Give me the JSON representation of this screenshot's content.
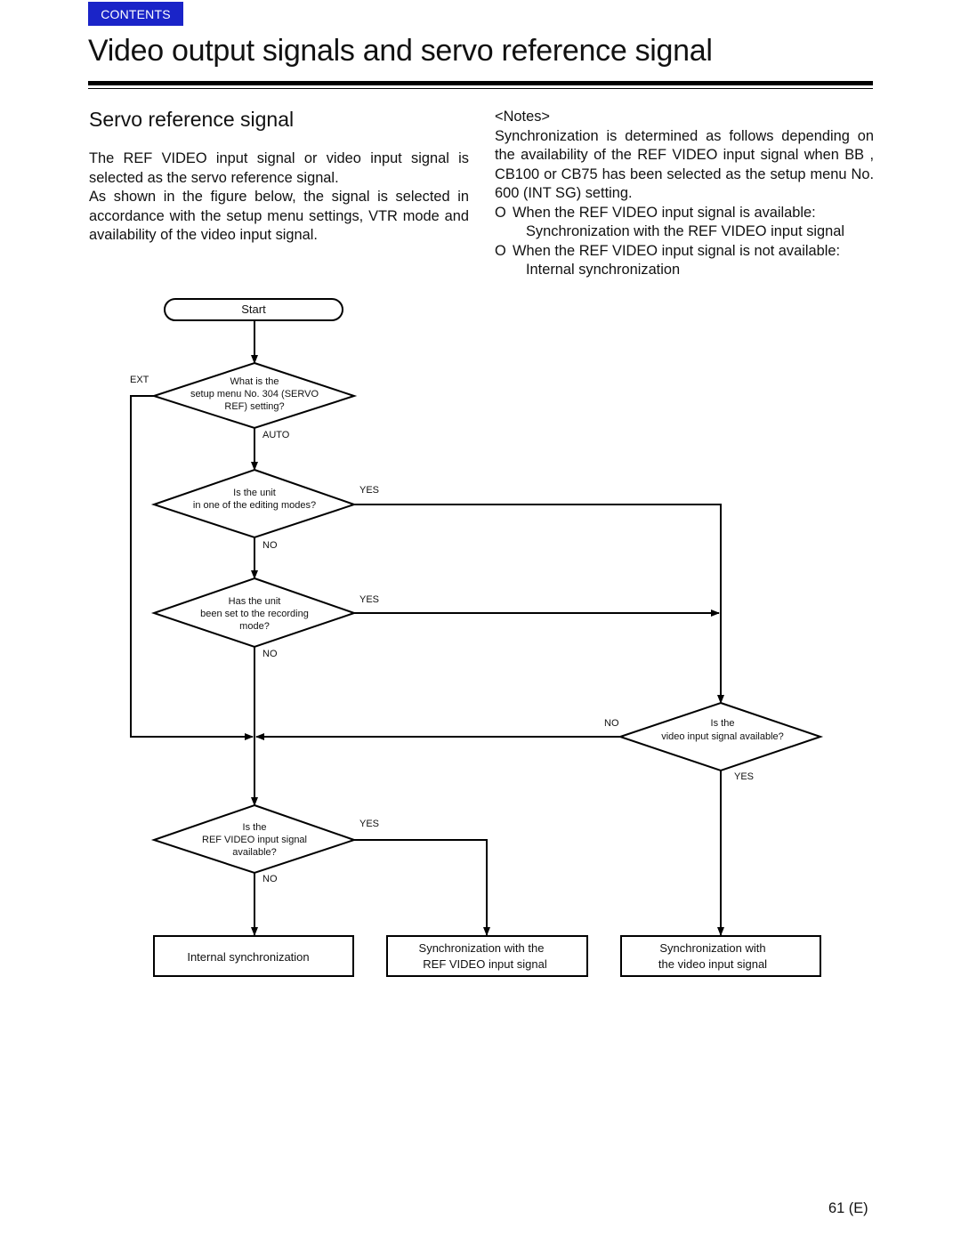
{
  "nav": {
    "contents_label": "CONTENTS",
    "accent_color": "#1a24c8"
  },
  "page_title": "Video output signals and servo reference signal",
  "section_title": "Servo reference signal",
  "intro": [
    "The REF VIDEO input signal or video input signal is selected as the servo reference signal.",
    "As shown in the figure below, the signal is selected in accordance with the setup menu settings, VTR mode and availability of the video input signal."
  ],
  "notes": {
    "heading": "<Notes>",
    "body": "Synchronization is determined as follows depending on the availability of the REF VIDEO input signal when BB , CB100 or CB75 has been selected as the setup menu No. 600 (INT SG) setting.",
    "items": [
      {
        "mark": "O",
        "condition": "When the REF VIDEO input signal is available:",
        "result": "Synchronization with the REF VIDEO input signal"
      },
      {
        "mark": "O",
        "condition": "When the REF VIDEO input signal is not available:",
        "result": "Internal synchronization"
      }
    ]
  },
  "flowchart": {
    "start": "Start",
    "d1": [
      "What is the",
      "setup menu No. 304 (SERVO",
      "REF) setting?"
    ],
    "d1_ext": "EXT",
    "d1_auto": "AUTO",
    "d2": [
      "Is the unit",
      "in one of the editing modes?"
    ],
    "d2_yes": "YES",
    "d2_no": "NO",
    "d3": [
      "Has the unit",
      "been set to the recording",
      "mode?"
    ],
    "d3_yes": "YES",
    "d3_no": "NO",
    "d4": [
      "Is the",
      "video input signal available?"
    ],
    "d4_no": "NO",
    "d4_yes": "YES",
    "d5": [
      "Is the",
      "REF VIDEO input signal",
      "available?"
    ],
    "d5_yes": "YES",
    "d5_no": "NO",
    "box_internal": "Internal synchronization",
    "box_ref": [
      "Synchronization with the",
      "REF VIDEO input signal"
    ],
    "box_video": [
      "Synchronization with",
      "the video input signal"
    ]
  },
  "page_number": "61 (E)"
}
